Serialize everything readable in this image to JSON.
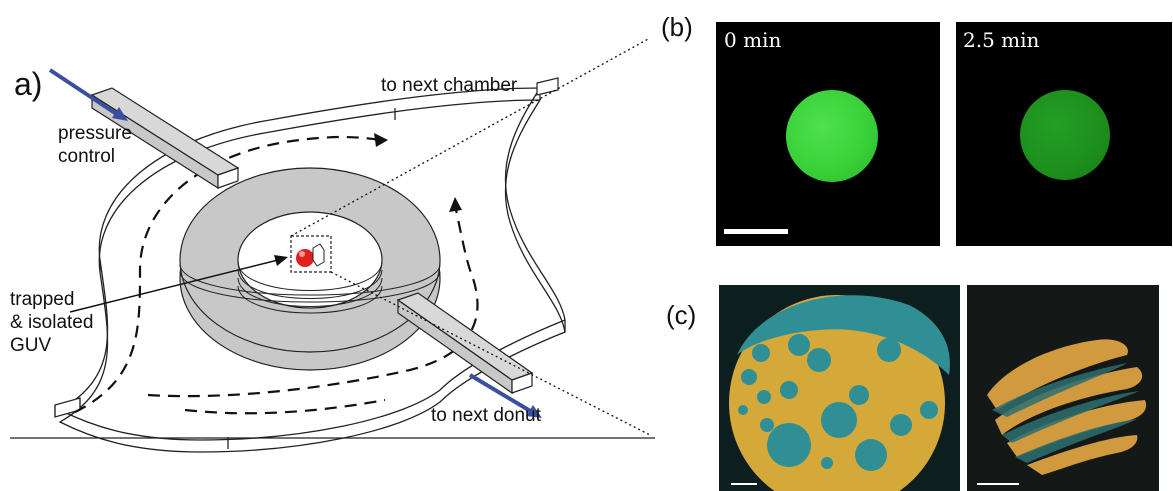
{
  "panel_a": {
    "letter": "a)",
    "labels": {
      "pressure": "pressure\ncontrol",
      "next_chamber": "to next chamber",
      "trapped": "trapped\n& isolated\nGUV",
      "next_donut": "to next donut"
    }
  },
  "panel_b": {
    "letter": "(b)",
    "frames": [
      {
        "time": "0 min",
        "fluorescence": "bright"
      },
      {
        "time": "2.5 min",
        "fluorescence": "dim"
      }
    ]
  },
  "panel_c": {
    "letter": "(c)"
  },
  "colors": {
    "arrow_blue": "#3a4fa0",
    "ring_gray": "#c8c8c8",
    "gfp_bright": "#3ad23a",
    "gfp_dim": "#1f8c1f",
    "domain_yellow": "#d4a93a",
    "domain_cyan": "#2f8f95",
    "guv_red": "#e02020"
  }
}
